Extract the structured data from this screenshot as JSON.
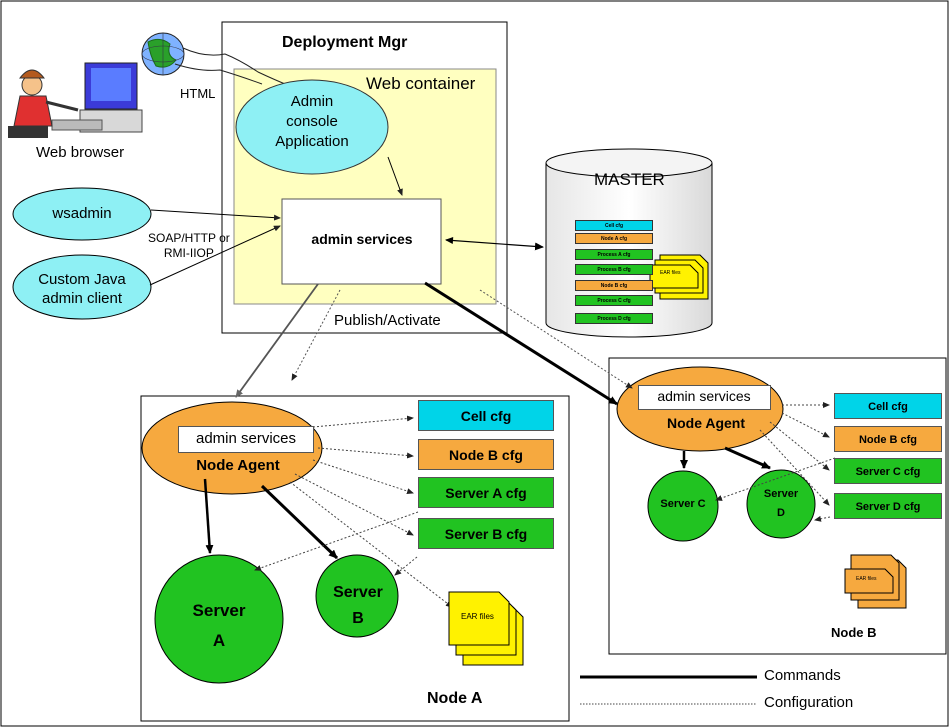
{
  "titles": {
    "deployment_mgr": "Deployment Mgr",
    "web_container": "Web container",
    "master": "MASTER",
    "node_a": "Node A",
    "node_b": "Node B"
  },
  "clients": {
    "html": "HTML",
    "web_browser": "Web browser",
    "wsadmin": "wsadmin",
    "custom_java_line1": "Custom Java",
    "custom_java_line2": "admin client",
    "soap_line1": "SOAP/HTTP or",
    "soap_line2": "RMI-IIOP"
  },
  "dmgr": {
    "admin_console_line1": "Admin",
    "admin_console_line2": "console",
    "admin_console_line3": "Application",
    "admin_services": "admin services",
    "publish": "Publish/Activate"
  },
  "master_repo": {
    "items": [
      "Cell cfg",
      "Node A cfg",
      "Process A cfg",
      "Process B cfg",
      "Node B cfg",
      "Process C cfg",
      "Process D cfg"
    ],
    "ear": "EAR files"
  },
  "node_a": {
    "admin_services": "admin services",
    "node_agent": "Node Agent",
    "configs": [
      "Cell cfg",
      "Node B cfg",
      "Server A cfg",
      "Server  B cfg"
    ],
    "ear": "EAR files",
    "server_a_line1": "Server",
    "server_a_line2": "A",
    "server_b_line1": "Server",
    "server_b_line2": "B"
  },
  "node_b": {
    "admin_services": "admin services",
    "node_agent": "Node Agent",
    "configs": [
      "Cell cfg",
      "Node B cfg",
      "Server  C cfg",
      "Server D cfg"
    ],
    "ear": "EAR files",
    "server_c": "Server C",
    "server_d_line1": "Server",
    "server_d_line2": "D"
  },
  "legend": {
    "commands": "Commands",
    "configuration": "Configuration"
  },
  "colors": {
    "cyan": "#00d4e8",
    "orange": "#f6a93f",
    "green": "#21c321",
    "yellow_container": "#ffffc0",
    "ellipse_blue": "#8ef0f4"
  }
}
